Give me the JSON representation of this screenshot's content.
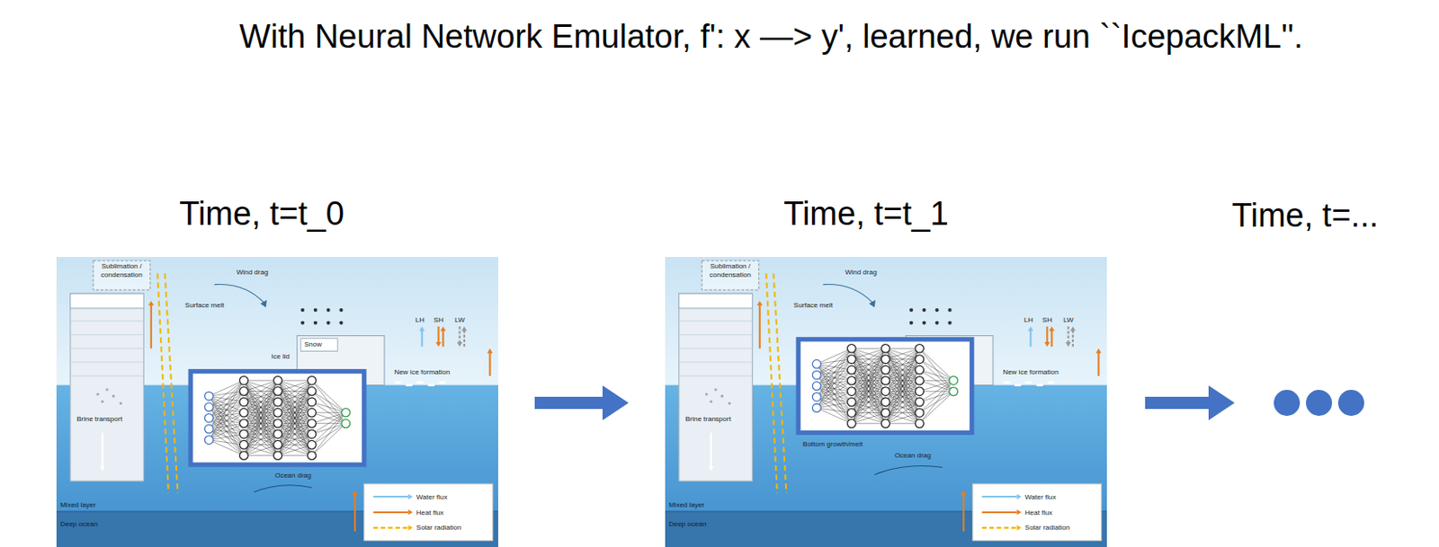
{
  "diagram": {
    "title": "With Neural Network Emulator, f': x —> y', learned, we run ``IcepackML''.",
    "nodes": [
      {
        "text": [
          "Time, t=t_0"
        ]
      },
      {
        "text": [
          "Time, t=t_1"
        ]
      }
    ],
    "edges": [
      {
        "from": 0,
        "to": 1,
        "arrow": "to"
      }
    ],
    "labels": [
      "Time, t=...",
      "Sublimation / condensation",
      "Wind drag",
      "Surface melt",
      "Ice lid",
      "Snow",
      "LH",
      "SH",
      "LW",
      "New ice formation",
      "Brine transport",
      "Ocean drag",
      "Mixed layer",
      "Deep ocean",
      "Sublimation / condensation",
      "Wind drag",
      "Surface melt",
      "LH",
      "SH",
      "LW",
      "New ice formation",
      "Brine transport",
      "Bottom growth/melt",
      "Ocean drag",
      "Mixed layer",
      "Deep ocean"
    ],
    "legend": [
      {
        "text": "Water flux"
      },
      {
        "text": "Heat flux"
      },
      {
        "text": "Solar radiation"
      },
      {
        "text": "Water flux"
      },
      {
        "text": "Heat flux"
      },
      {
        "text": "Solar radiation"
      }
    ]
  }
}
